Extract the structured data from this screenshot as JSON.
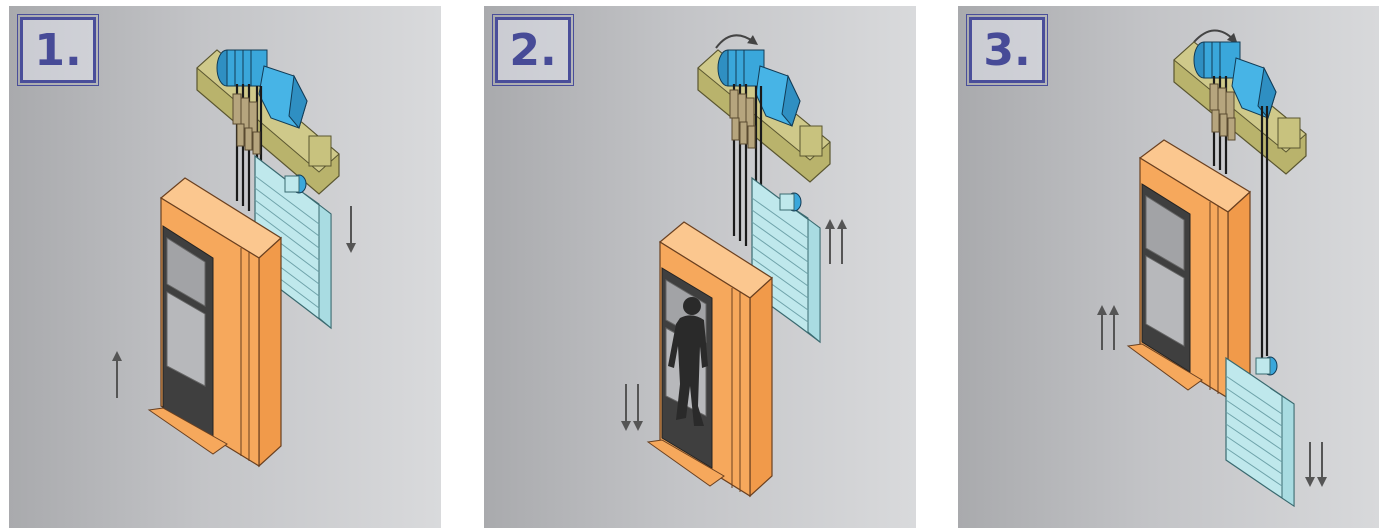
{
  "colors": {
    "background": "#c3c4c7",
    "badge": "#474b97",
    "motor": "#3aa7db",
    "beam": "#b9b36c",
    "car": "#f6a85c",
    "counterweight": "#bfe8ec",
    "rope": "#1a1a1a",
    "arrow": "#555555"
  },
  "panels": [
    {
      "step": "1.",
      "motor_rotation": false,
      "passenger": false,
      "car_arrow": "single-up",
      "counterweight_arrow": "single-down",
      "car_position": "middle",
      "counterweight_position": "upper"
    },
    {
      "step": "2.",
      "motor_rotation": true,
      "passenger": true,
      "car_arrow": "double-down",
      "counterweight_arrow": "double-up",
      "car_position": "lower",
      "counterweight_position": "upper"
    },
    {
      "step": "3.",
      "motor_rotation": true,
      "passenger": false,
      "car_arrow": "double-up",
      "counterweight_arrow": "double-down",
      "car_position": "upper",
      "counterweight_position": "lower"
    }
  ]
}
